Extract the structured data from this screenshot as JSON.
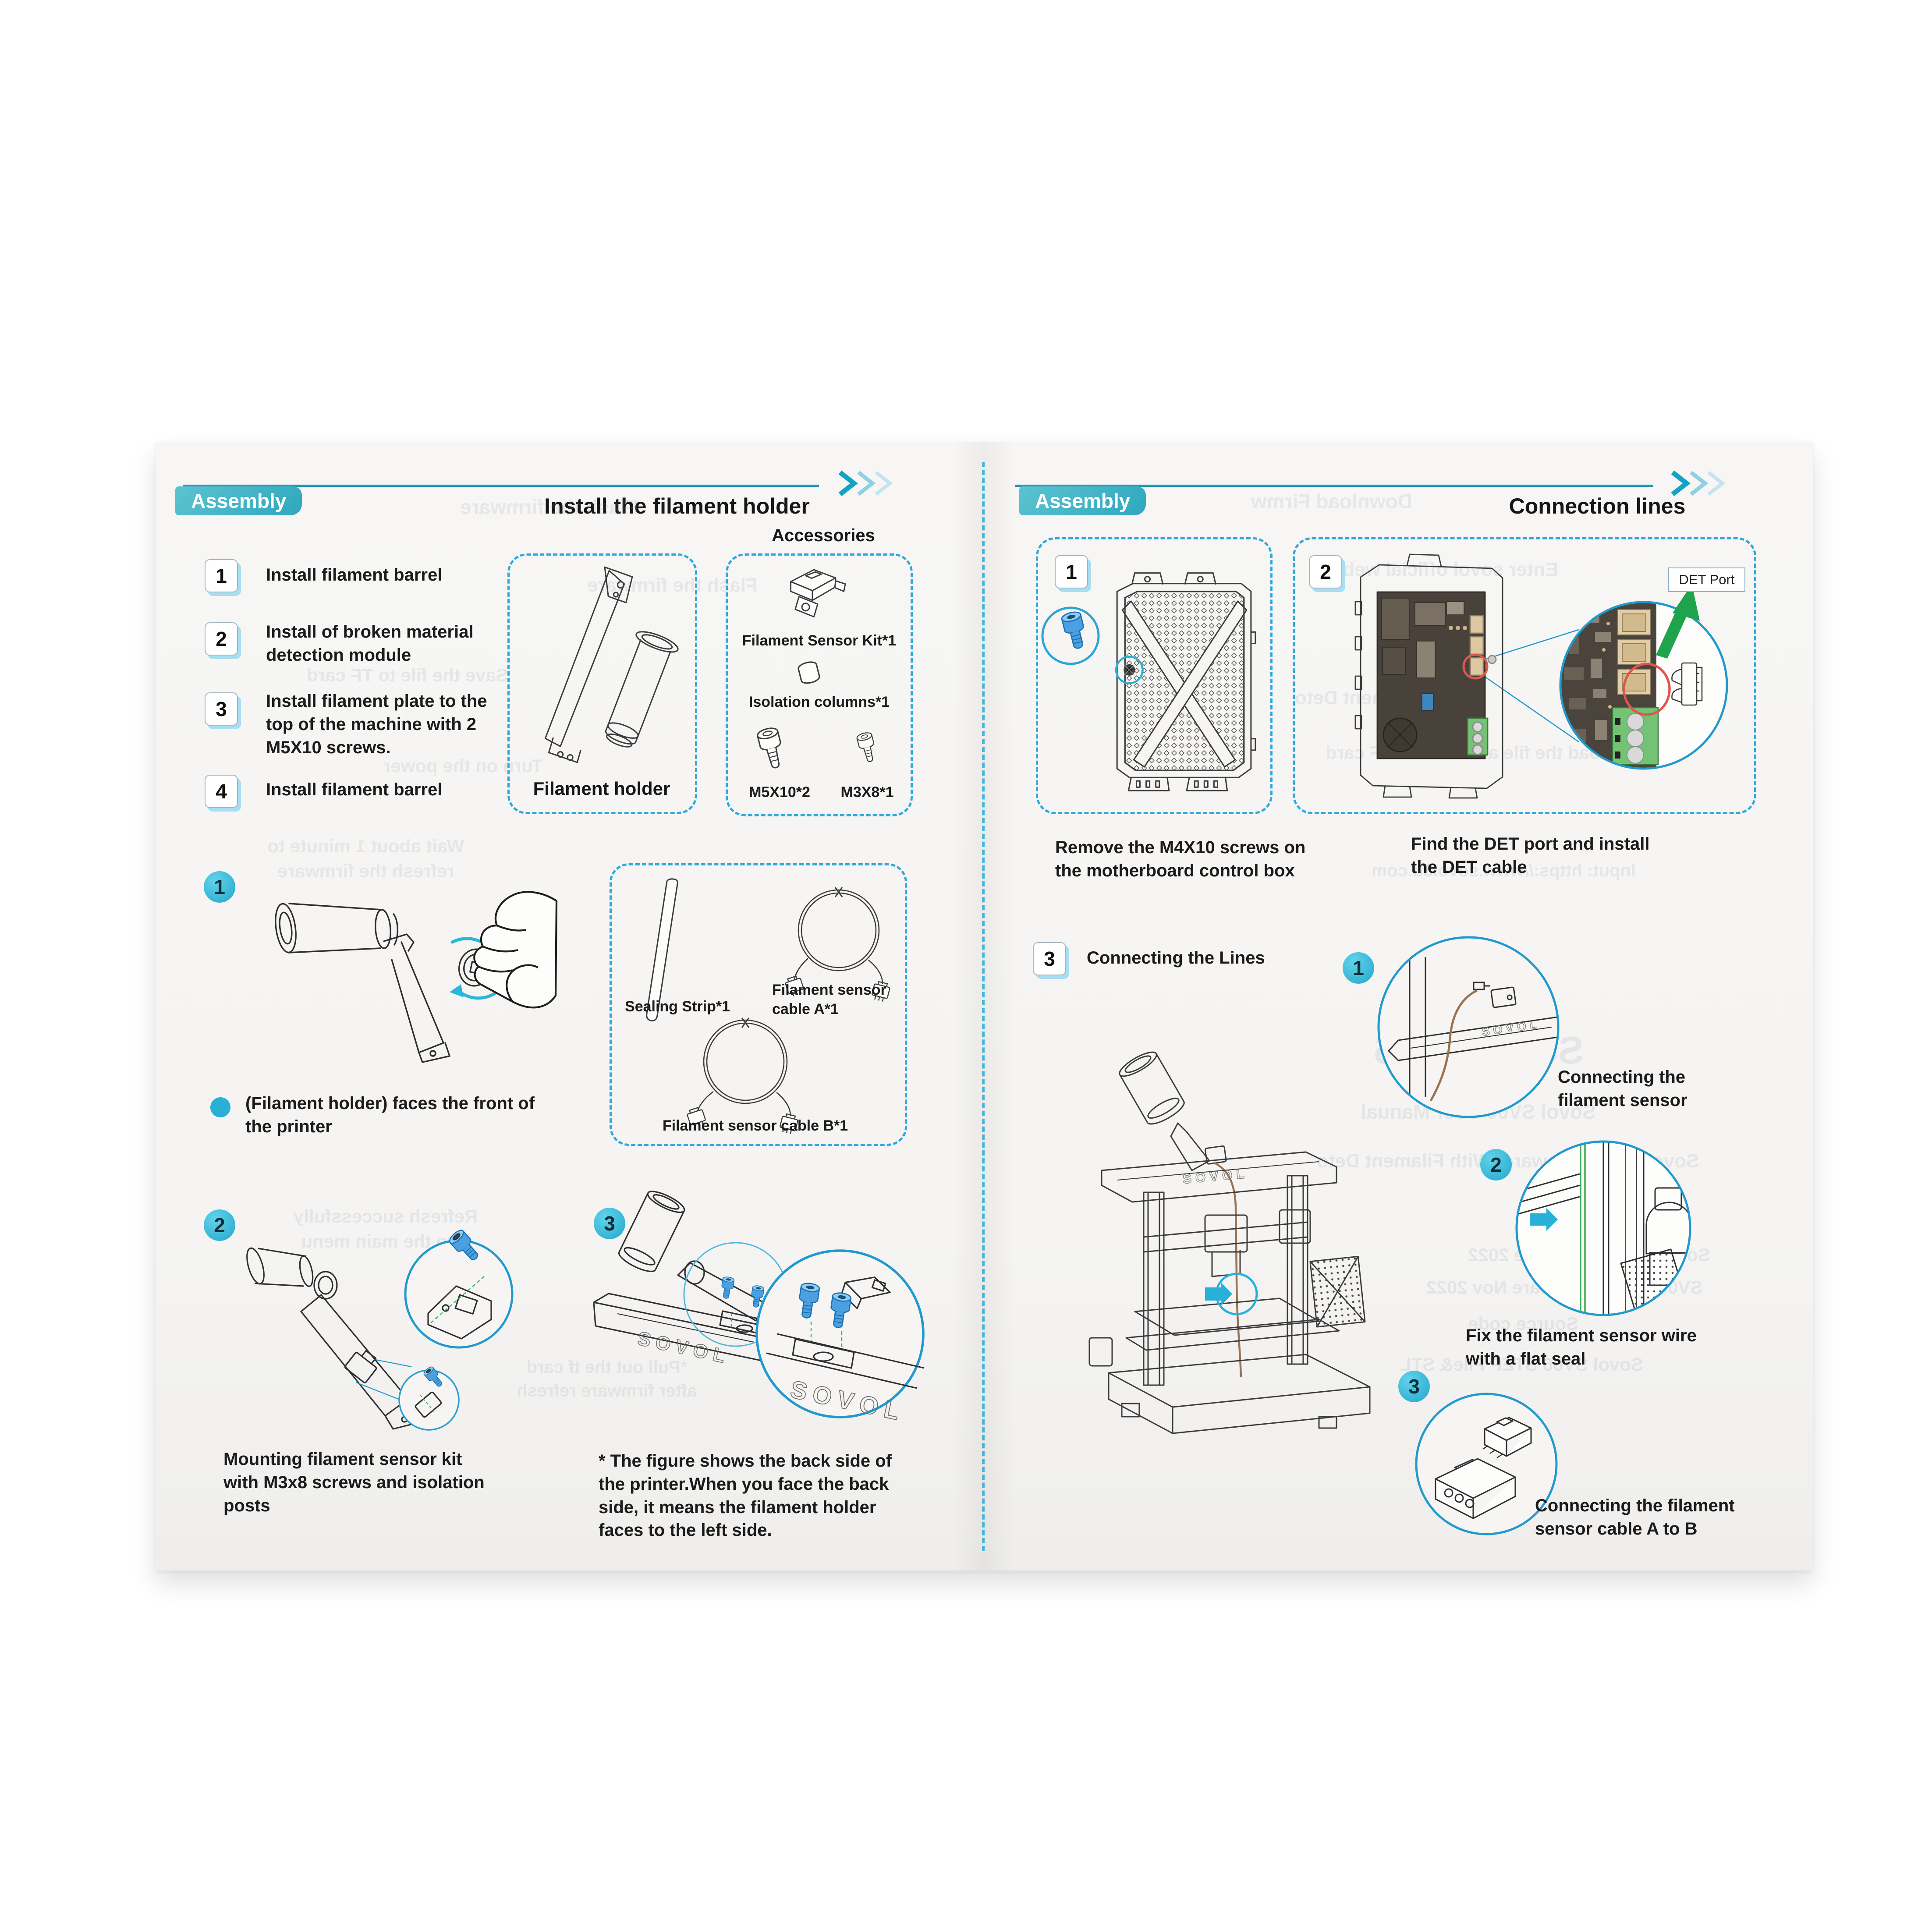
{
  "doc": {
    "badge_label": "Assembly",
    "sovol_logo": "SOVOL"
  },
  "left": {
    "title": "Install the filament holder",
    "accessories_label": "Accessories",
    "steps": [
      {
        "num": "1",
        "text": "Install filament barrel"
      },
      {
        "num": "2",
        "text": "Install of broken material detection module"
      },
      {
        "num": "3",
        "text": "Install filament plate to the top of the machine with 2 M5X10 screws."
      },
      {
        "num": "4",
        "text": "Install filament barrel"
      }
    ],
    "holder_caption": "Filament holder",
    "accessories": {
      "sensor_kit": "Filament Sensor Kit*1",
      "isolation": "Isolation columns*1",
      "screw_m5": "M5X10*2",
      "screw_m3": "M3X8*1"
    },
    "callout1_num": "1",
    "callout2_num": "2",
    "callout3_num": "3",
    "front_note": "(Filament holder) faces the front of the printer",
    "cables": {
      "sealing": "Sealing Strip*1",
      "cable_a": "Filament sensor cable A*1",
      "cable_b": "Filament sensor cable B*1"
    },
    "mount_caption": "Mounting filament sensor kit with M3x8 screws and isolation posts",
    "back_note": "* The figure shows the back side of the printer.When you face the back side, it means the filament holder faces to the left side."
  },
  "right": {
    "title": "Connection lines",
    "box1": {
      "num": "1",
      "caption": "Remove the M4X10 screws on the motherboard control box"
    },
    "box2": {
      "num": "2",
      "caption": "Find the DET port and install the DET cable",
      "det_label": "DET Port"
    },
    "step3": {
      "num": "3",
      "label": "Connecting the Lines"
    },
    "callout1": {
      "num": "1",
      "caption": "Connecting the filament sensor"
    },
    "callout2": {
      "num": "2",
      "caption": "Fix the filament sensor wire with a flat seal"
    },
    "callout3": {
      "num": "3",
      "caption": "Connecting the filament sensor cable A to B"
    }
  },
  "ghosts": [
    {
      "text": "Flash the firmware"
    },
    {
      "text": "Flash the firmware"
    },
    {
      "text": "Save the file to TF card"
    },
    {
      "text": "Turn on the power"
    },
    {
      "text": "Wait about 1 minute to refresh the firmware"
    },
    {
      "text": "Refresh successfully into the main menu"
    },
    {
      "text": "*Pull out the tf card after firmware refresh"
    },
    {
      "text": "Download Firmw"
    },
    {
      "text": "Enter sovol official webs"
    },
    {
      "text": "With Filament Deto"
    },
    {
      "text": "download the file and save to TF card"
    },
    {
      "text": "Input: https://www.sovol3d.com"
    },
    {
      "text": "Sovol SV06"
    },
    {
      "text": "Sovol SV06 User Manual"
    },
    {
      "text": "Sovol SV06 Firmware (With Filament Deto"
    },
    {
      "text": "Sovol Latest Firmware 2022"
    },
    {
      "text": "SV06 V1.9.2 Firmware Nov 2022"
    },
    {
      "text": "Source code"
    },
    {
      "text": "Sovol SV06 STEP File& STL"
    }
  ],
  "colors": {
    "accent_teal": "#2fb0c9",
    "dashed_blue": "#2fa9dc",
    "line_art": "#3c3c3c",
    "screw_blue": "#4aa0e0",
    "arrow_green": "#1fa34c",
    "wire_green": "#3fae57",
    "highlight_red": "#e0564e",
    "wire_brown": "#9b7250"
  }
}
